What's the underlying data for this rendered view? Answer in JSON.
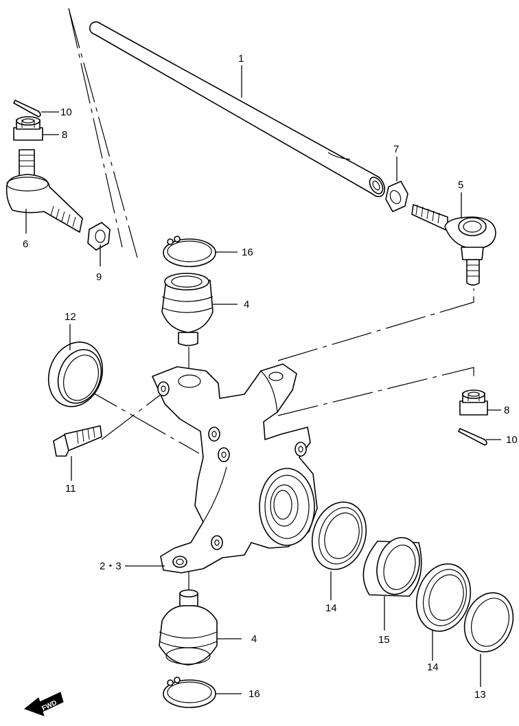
{
  "labels": {
    "p1": "1",
    "p23": "2・3",
    "p4a": "4",
    "p4b": "4",
    "p5": "5",
    "p6": "6",
    "p7": "7",
    "p8a": "8",
    "p8b": "8",
    "p9": "9",
    "p10a": "10",
    "p10b": "10",
    "p11": "11",
    "p12": "12",
    "p13": "13",
    "p14a": "14",
    "p14b": "14",
    "p15": "15",
    "p16a": "16",
    "p16b": "16"
  },
  "fwd": "FWD",
  "icons": {
    "fwd_arrow": "fwd-arrow-icon"
  }
}
